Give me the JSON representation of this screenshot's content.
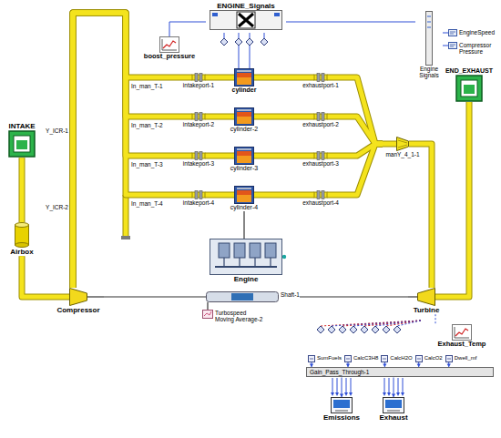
{
  "diagram": {
    "nodes": [
      {
        "text": [
          "ENGINE_Signals"
        ]
      },
      {
        "text": [
          "boost_pressure"
        ]
      },
      {
        "text": [
          "EngineSpeed"
        ]
      },
      {
        "text": [
          "Compressor Pressure"
        ]
      },
      {
        "text": [
          "Engine Signals"
        ]
      },
      {
        "text": [
          "INTAKE"
        ]
      },
      {
        "text": [
          "END_EXHAUST"
        ]
      },
      {
        "text": [
          "intakeport-1"
        ]
      },
      {
        "text": [
          "cylinder"
        ]
      },
      {
        "text": [
          "exhaustport-1"
        ]
      },
      {
        "text": [
          "intakeport-2"
        ]
      },
      {
        "text": [
          "cylinder-2"
        ]
      },
      {
        "text": [
          "exhaustport-2"
        ]
      },
      {
        "text": [
          "intakeport-3"
        ]
      },
      {
        "text": [
          "cylinder-3"
        ]
      },
      {
        "text": [
          "exhaustport-3"
        ]
      },
      {
        "text": [
          "intakeport-4"
        ]
      },
      {
        "text": [
          "cylinder-4"
        ]
      },
      {
        "text": [
          "exhaustport-4"
        ]
      },
      {
        "text": [
          "manY_4_1-1"
        ]
      },
      {
        "text": [
          "Airbox"
        ]
      },
      {
        "text": [
          "Engine"
        ]
      },
      {
        "text": [
          "Compressor"
        ]
      },
      {
        "text": [
          "Shaft-1"
        ]
      },
      {
        "text": [
          "Turbine"
        ]
      },
      {
        "text": [
          "Turbospeed",
          "Moving Average-2"
        ]
      },
      {
        "text": [
          "Exhaust_Temp"
        ]
      },
      {
        "text": [
          "SumFuels"
        ]
      },
      {
        "text": [
          "CalcC3H8"
        ]
      },
      {
        "text": [
          "CalcH2O"
        ]
      },
      {
        "text": [
          "CalcO2"
        ]
      },
      {
        "text": [
          "Dwell_mf"
        ]
      },
      {
        "text": [
          "Gain_Pass_Through-1"
        ]
      },
      {
        "text": [
          "Emissions"
        ]
      },
      {
        "text": [
          "Exhaust"
        ]
      }
    ],
    "edges": [
      {
        "from": 5,
        "to": 20,
        "arrow": "none"
      },
      {
        "from": 20,
        "to": 22,
        "arrow": "none"
      },
      {
        "from": 22,
        "to": 7,
        "arrow": "none"
      },
      {
        "from": 22,
        "to": 10,
        "arrow": "none"
      },
      {
        "from": 22,
        "to": 13,
        "arrow": "none"
      },
      {
        "from": 22,
        "to": 16,
        "arrow": "none"
      },
      {
        "from": 7,
        "to": 8,
        "arrow": "none"
      },
      {
        "from": 8,
        "to": 9,
        "arrow": "none"
      },
      {
        "from": 10,
        "to": 11,
        "arrow": "none"
      },
      {
        "from": 11,
        "to": 12,
        "arrow": "none"
      },
      {
        "from": 13,
        "to": 14,
        "arrow": "none"
      },
      {
        "from": 14,
        "to": 15,
        "arrow": "none"
      },
      {
        "from": 16,
        "to": 17,
        "arrow": "none"
      },
      {
        "from": 17,
        "to": 18,
        "arrow": "none"
      },
      {
        "from": 9,
        "to": 19,
        "arrow": "none"
      },
      {
        "from": 12,
        "to": 19,
        "arrow": "none"
      },
      {
        "from": 15,
        "to": 19,
        "arrow": "none"
      },
      {
        "from": 18,
        "to": 19,
        "arrow": "none"
      },
      {
        "from": 19,
        "to": 24,
        "arrow": "none"
      },
      {
        "from": 24,
        "to": 6,
        "arrow": "none"
      },
      {
        "from": 22,
        "to": 23,
        "arrow": "none"
      },
      {
        "from": 23,
        "to": 24,
        "arrow": "none"
      },
      {
        "from": 17,
        "to": 21,
        "arrow": "none"
      },
      {
        "from": 23,
        "to": 25,
        "arrow": "none"
      },
      {
        "from": 0,
        "to": 1,
        "arrow": "none"
      },
      {
        "from": 0,
        "to": 4,
        "arrow": "none"
      },
      {
        "from": 4,
        "to": 2,
        "arrow": "none"
      },
      {
        "from": 4,
        "to": 3,
        "arrow": "none"
      },
      {
        "from": 24,
        "to": 26,
        "arrow": "none"
      },
      {
        "from": 27,
        "to": 32,
        "arrow": "to"
      },
      {
        "from": 28,
        "to": 32,
        "arrow": "to"
      },
      {
        "from": 29,
        "to": 32,
        "arrow": "to"
      },
      {
        "from": 30,
        "to": 32,
        "arrow": "to"
      },
      {
        "from": 31,
        "to": 32,
        "arrow": "to"
      },
      {
        "from": 32,
        "to": 33,
        "arrow": "to"
      },
      {
        "from": 32,
        "to": 34,
        "arrow": "to"
      }
    ],
    "labels": [
      "Y_ICR-1",
      "Y_ICR-2",
      "In_man_T-1",
      "In_man_T-2",
      "In_man_T-3",
      "In_man_T-4"
    ]
  }
}
